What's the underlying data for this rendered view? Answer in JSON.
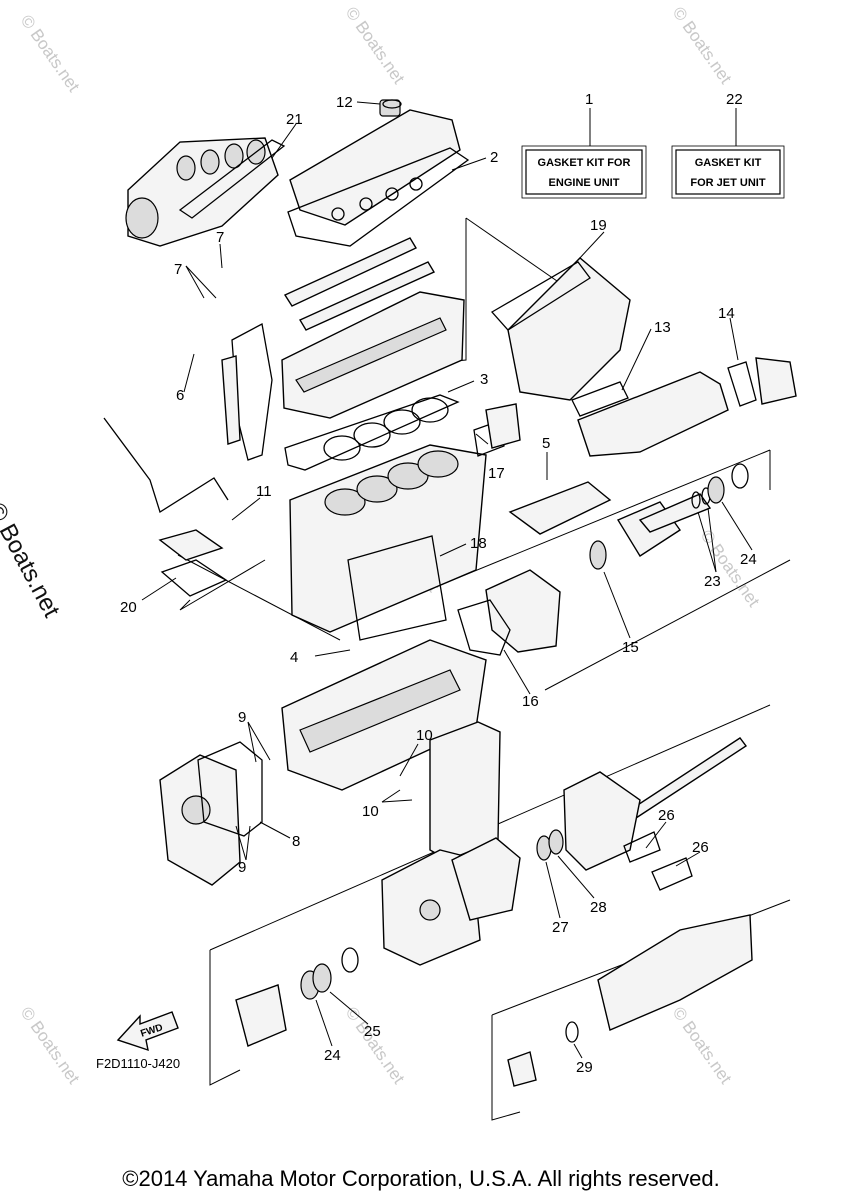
{
  "diagram": {
    "code": "F2D1110-J420",
    "fwd_label": "FWD",
    "watermark": "© Boats.net",
    "side_watermark": "© Boats.net",
    "copyright": "©2014 Yamaha Motor Corporation, U.S.A. All rights reserved."
  },
  "kits": {
    "engine": {
      "number": "1",
      "line1": "GASKET KIT FOR",
      "line2": "ENGINE UNIT"
    },
    "jet": {
      "number": "22",
      "line1": "GASKET KIT",
      "line2": "FOR JET UNIT"
    }
  },
  "callouts": {
    "c2": "2",
    "c3": "3",
    "c4": "4",
    "c5": "5",
    "c6": "6",
    "c7a": "7",
    "c7b": "7",
    "c8": "8",
    "c9a": "9",
    "c9b": "9",
    "c10a": "10",
    "c10b": "10",
    "c11": "11",
    "c12": "12",
    "c13": "13",
    "c14": "14",
    "c15": "15",
    "c16": "16",
    "c17": "17",
    "c18": "18",
    "c19": "19",
    "c20": "20",
    "c21": "21",
    "c23": "23",
    "c24a": "24",
    "c24b": "24",
    "c25": "25",
    "c26a": "26",
    "c26b": "26",
    "c27": "27",
    "c28": "28",
    "c29": "29"
  }
}
